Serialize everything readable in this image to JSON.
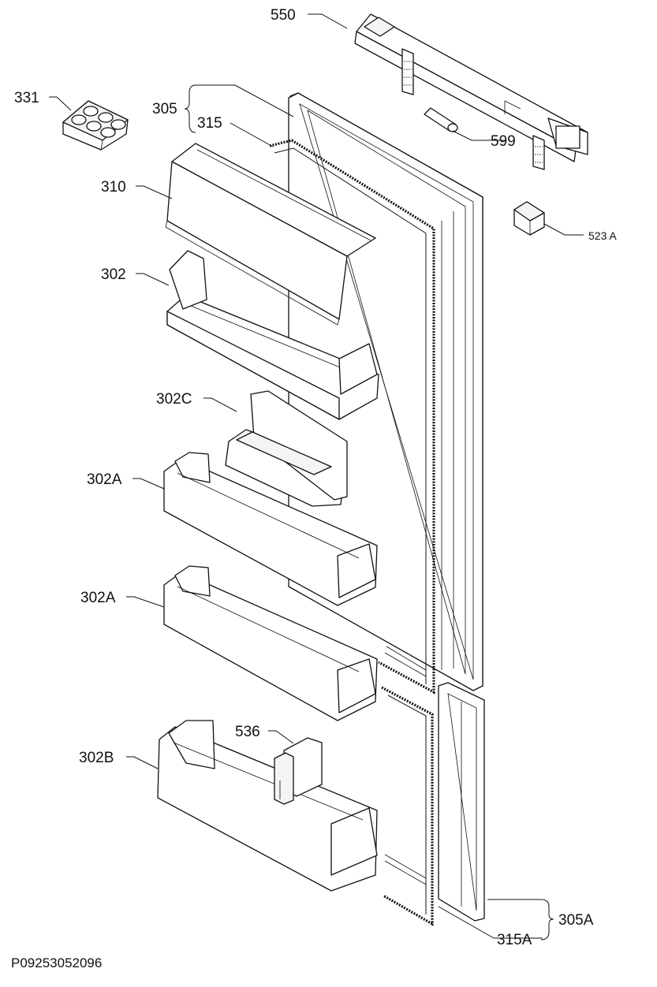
{
  "callouts": {
    "c550": "550",
    "c331": "331",
    "c305": "305",
    "c315": "315",
    "c599": "599",
    "c310": "310",
    "c523a": "523",
    "c523a_suffix": "A",
    "c302": "302",
    "c302c": "302C",
    "c302a_1": "302A",
    "c302a_2": "302A",
    "c536": "536",
    "c302b": "302B",
    "c305a": "305A",
    "c315a": "315A"
  },
  "document_code": "P09253052096"
}
